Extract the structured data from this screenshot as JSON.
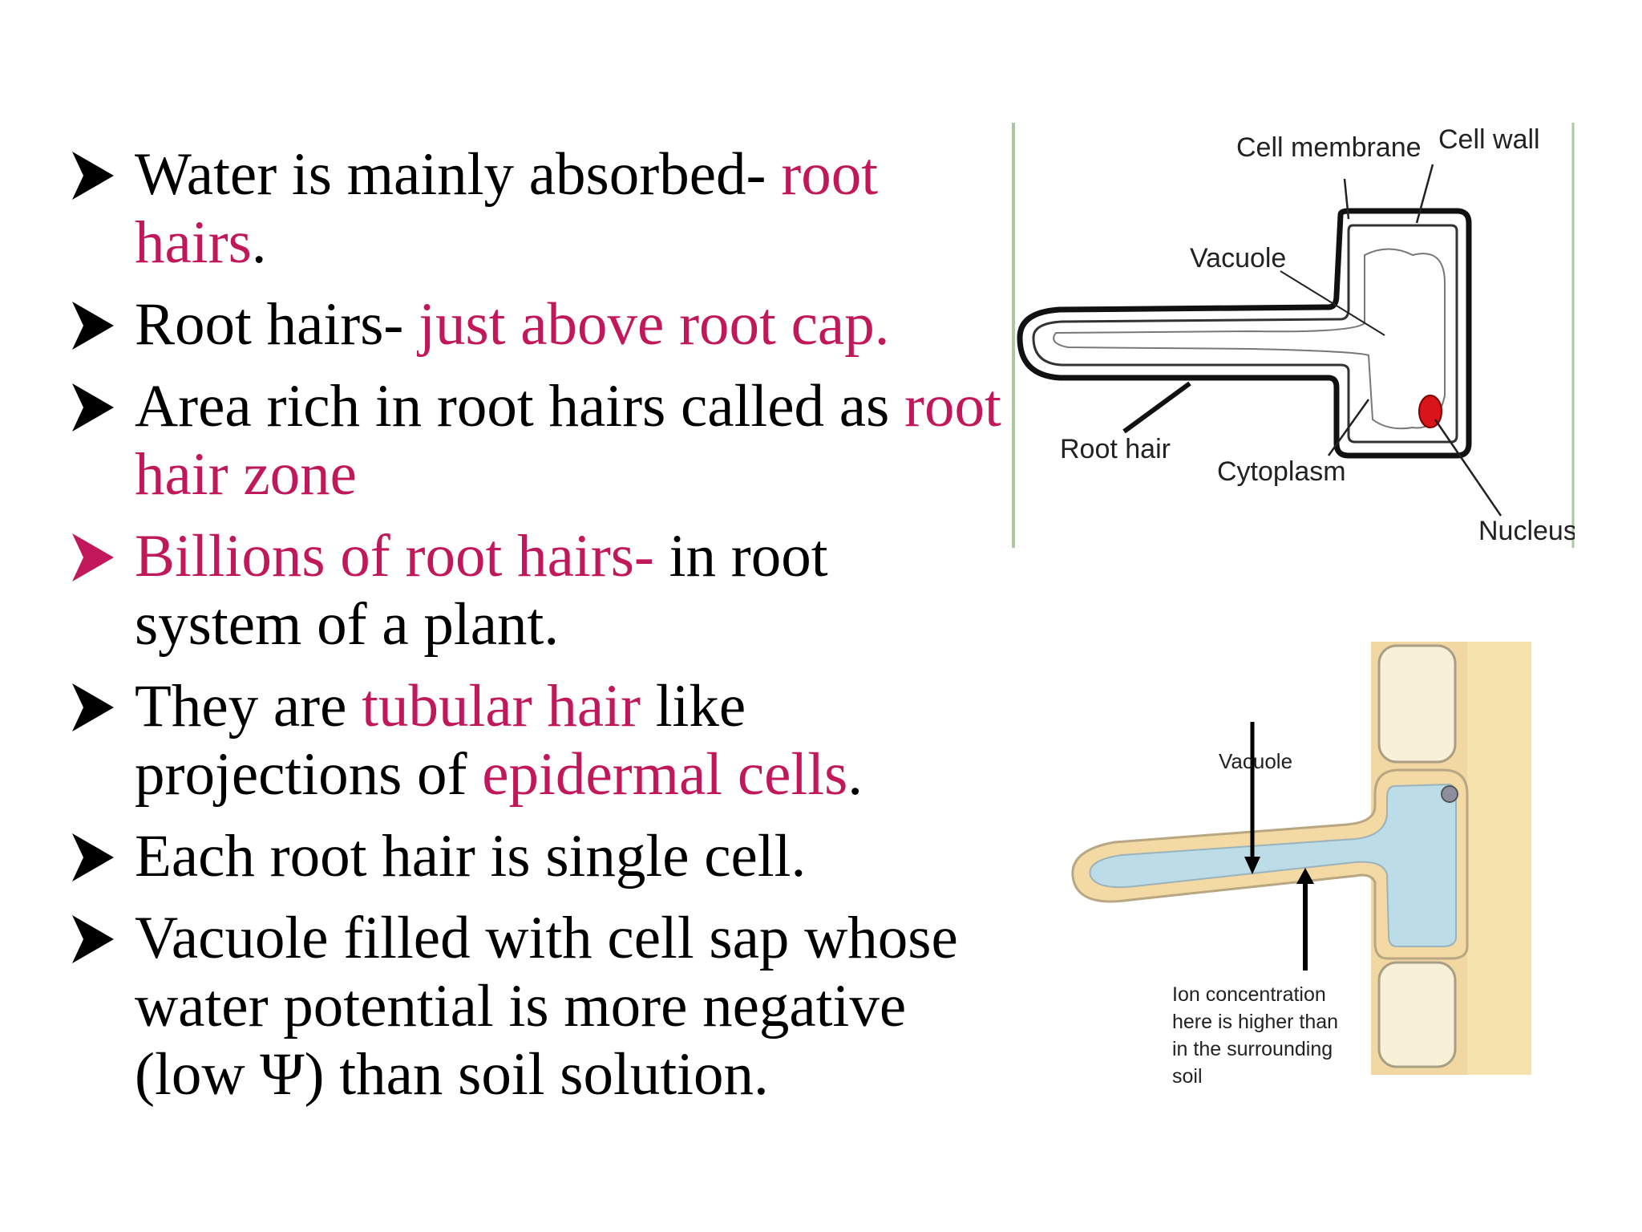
{
  "bullets": [
    {
      "parts": [
        {
          "text": "Water is mainly absorbed- ",
          "hl": false
        },
        {
          "text": "root hairs",
          "hl": true
        },
        {
          "text": ".",
          "hl": false
        }
      ]
    },
    {
      "parts": [
        {
          "text": "Root hairs- ",
          "hl": false
        },
        {
          "text": "just above root cap.",
          "hl": true
        }
      ]
    },
    {
      "parts": [
        {
          "text": "Area rich in root hairs called as ",
          "hl": false
        },
        {
          "text": "root hair zone",
          "hl": true
        }
      ]
    },
    {
      "pink": true,
      "parts": [
        {
          "text": "Billions of root hairs- ",
          "hl": true
        },
        {
          "text": "in root system of a plant.",
          "hl": false
        }
      ]
    },
    {
      "parts": [
        {
          "text": "They are ",
          "hl": false
        },
        {
          "text": "tubular hair",
          "hl": true
        },
        {
          "text": " like projections of ",
          "hl": false
        },
        {
          "text": "epidermal cells",
          "hl": true
        },
        {
          "text": ".",
          "hl": false
        }
      ]
    },
    {
      "parts": [
        {
          "text": "Each root hair is single cell.",
          "hl": false
        }
      ]
    },
    {
      "parts": [
        {
          "text": "Vacuole filled with cell sap whose water potential is more negative (low Ψ) than soil solution.",
          "hl": false
        }
      ]
    }
  ],
  "figure1": {
    "labels": {
      "cell_membrane": "Cell membrane",
      "cell_wall": "Cell wall",
      "vacuole": "Vacuole",
      "root_hair": "Root hair",
      "cytoplasm": "Cytoplasm",
      "nucleus": "Nucleus"
    }
  },
  "figure2": {
    "labels": {
      "vacuole": "Vacuole",
      "ion_line1": "Ion concentration",
      "ion_line2": "here is higher than",
      "ion_line3": "in the surrounding",
      "ion_line4": "soil"
    }
  },
  "colors": {
    "highlight": "#c1185b",
    "text": "#000000",
    "wall": "#f1d8a3",
    "vacuole": "#bcdce8"
  }
}
